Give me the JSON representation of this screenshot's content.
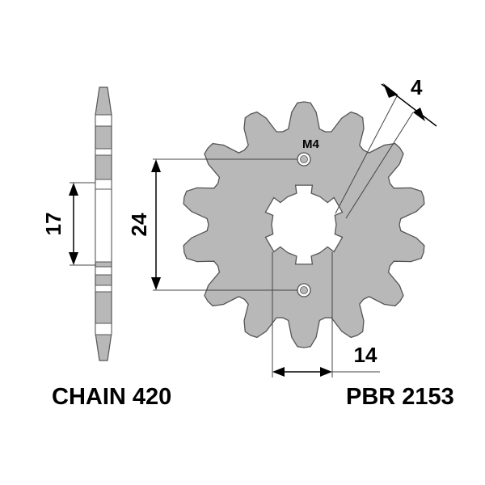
{
  "labels": {
    "thread": "M4",
    "width_dim": "4",
    "pitch_dim": "24",
    "side_dim": "17",
    "hub_dim": "14",
    "chain": "CHAIN 420",
    "part_number": "PBR 2153"
  },
  "sprocket": {
    "teeth": 14,
    "fill_color": "#b8b8b8",
    "outline_color": "#555555"
  }
}
